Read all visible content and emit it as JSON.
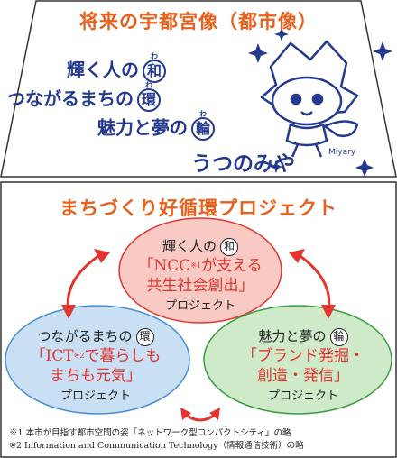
{
  "vision": {
    "title": "将来の宇都宮像（都市像）",
    "slogans": [
      {
        "text": "輝く人の",
        "kanji": "和",
        "ruby": "わ"
      },
      {
        "text": "つながるまちの",
        "kanji": "環",
        "ruby": "わ"
      },
      {
        "text": "魅力と夢の",
        "kanji": "輪",
        "ruby": "わ"
      }
    ],
    "brand": "うつのみや",
    "mascot_name": "Miyary"
  },
  "projects": {
    "title": "まちづくり好循環プロジェクト",
    "circles": [
      {
        "head": "輝く人の",
        "kanji": "和",
        "quote_line1": "「NCC",
        "quote_sup": "※1",
        "quote_line1_rest": "が支える",
        "quote_line2": "共生社会創出」",
        "foot": "プロジェクト",
        "color": "#f4a39a"
      },
      {
        "head": "つながるまちの",
        "kanji": "環",
        "quote_line1": "「ICT",
        "quote_sup": "※2",
        "quote_line1_rest": "で暮らしも",
        "quote_line2": "まちも元気」",
        "foot": "プロジェクト",
        "color": "#a9cdea"
      },
      {
        "head": "魅力と夢の",
        "kanji": "輪",
        "quote_line1": "「ブランド発掘・",
        "quote_line2": "創造・発信」",
        "foot": "プロジェクト",
        "color": "#b5dcae"
      }
    ],
    "notes": [
      "※1 本市が目指す都市空間の姿「ネットワーク型コンパクトシティ」の略",
      "※2 Information and Communication Technology（情報通信技術）の略"
    ]
  },
  "colors": {
    "accent": "#e8601c",
    "navy": "#233a8e",
    "red": "#e3342f",
    "frame": "#333333"
  }
}
